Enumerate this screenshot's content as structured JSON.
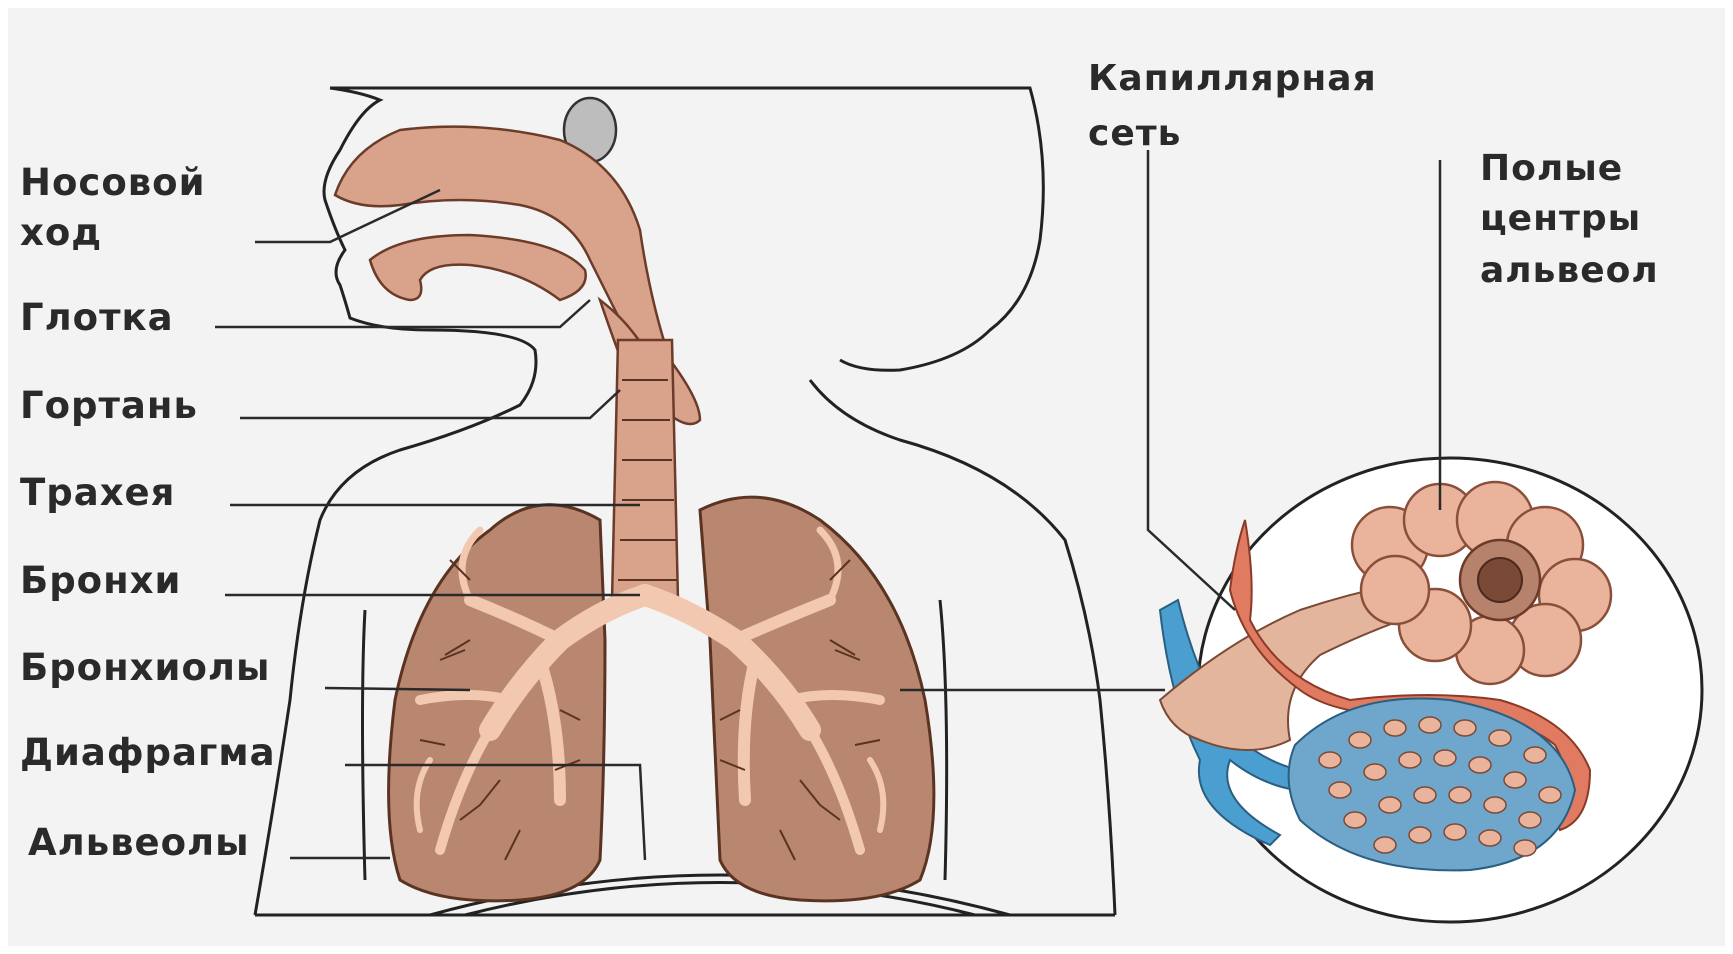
{
  "labels_left": {
    "nasal_passage_line1": "Носовой",
    "nasal_passage_line2": "ход",
    "pharynx": "Глотка",
    "larynx": "Гортань",
    "trachea": "Трахея",
    "bronchi": "Бронхи",
    "bronchioles": "Бронхиолы",
    "diaphragm": "Диафрагма",
    "alveoli": "Альвеолы"
  },
  "labels_right": {
    "capillary_net_line1": "Капиллярная",
    "capillary_net_line2": "сеть",
    "hollow_centers_line1": "Полые",
    "hollow_centers_line2": "центры",
    "hollow_centers_line3": "альвеол"
  },
  "colors": {
    "tissue": "#d9a28a",
    "lung": "#b98770",
    "vein": "#4a9fd0",
    "artery": "#e07a60",
    "background": "#f3f3f3"
  }
}
